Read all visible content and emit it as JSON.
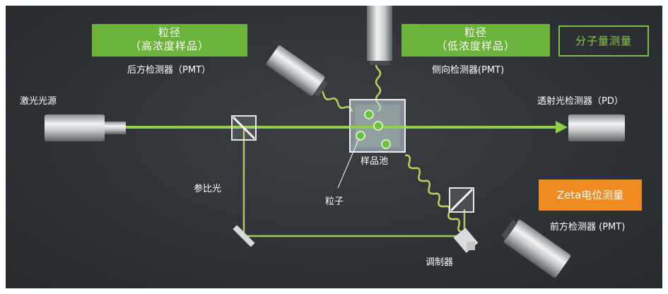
{
  "boxes": {
    "backward_title": "粒径",
    "backward_sub": "（高浓度样品）",
    "side_title": "粒径",
    "side_sub": "（低浓度样品）",
    "molecular_weight": "分子量测量",
    "zeta": "Zeta电位测量"
  },
  "labels": {
    "backward_detector": "后方检测器（PMT）",
    "side_detector": "侧向检测器(PMT)",
    "laser_source": "激光光源",
    "transmission_detector": "透射光检测器（PD）",
    "sample_cell": "样品池",
    "reference_light": "参比光",
    "particle": "粒子",
    "forward_detector": "前方检测器 (PMT)",
    "modulator": "调制器"
  },
  "colors": {
    "beam": "#7dc242",
    "box_green": "#6bb33a",
    "box_orange": "#f08b22",
    "background": "#2f3236"
  }
}
